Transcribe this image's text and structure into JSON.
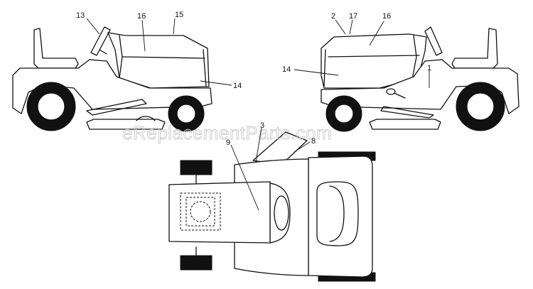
{
  "watermark": "eReplacementParts.com",
  "callouts": {
    "left_13": "13",
    "left_16": "16",
    "left_15": "15",
    "left_14": "14",
    "right_2": "2",
    "right_17": "17",
    "right_16": "16",
    "right_14": "14",
    "right_1": "1",
    "top_3": "3",
    "top_9": "9",
    "top_8": "8"
  }
}
